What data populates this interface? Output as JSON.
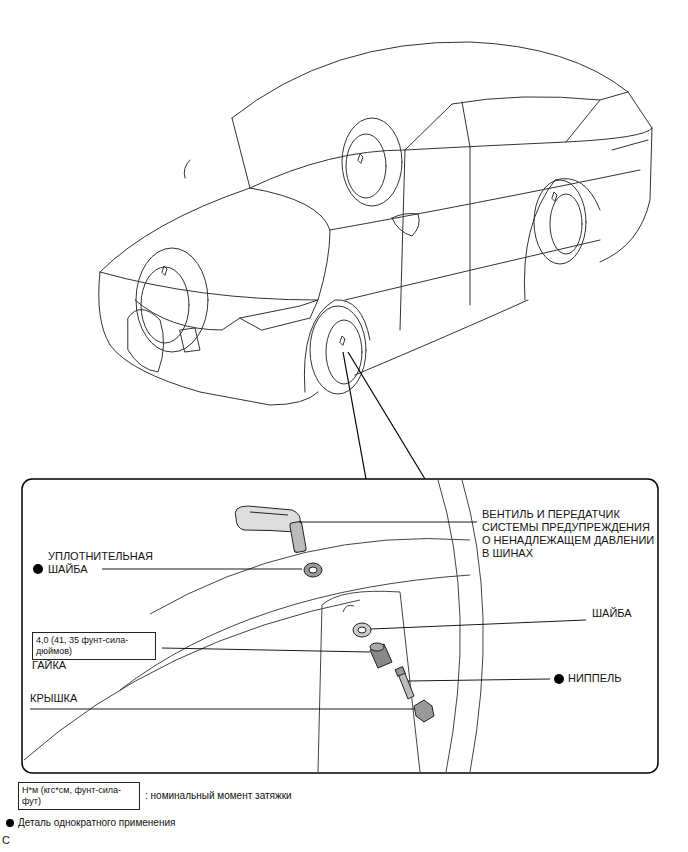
{
  "diagram": {
    "nodes": [
      {
        "text": [
          "4,0 (41, 35 фунт-сила-дюймов)"
        ]
      },
      {
        "text": [
          "Н*м (кгс*см, фунт-сила-фут)"
        ]
      }
    ],
    "labels": [
      "ВЕНТИЛЬ И ПЕРЕДАТЧИК СИСТЕМЫ ПРЕДУПРЕЖДЕНИЯ О НЕНАДЛЕЖАЩЕМ ДАВЛЕНИИ В ШИНАХ",
      "УПЛОТНИТЕЛЬНАЯ ШАЙБА",
      "ШАЙБА",
      "ГАЙКА",
      "НИППЕЛЬ",
      "КРЫШКА",
      "C"
    ],
    "legend": [
      {
        "text": ": номинальный момент затяжки"
      },
      {
        "text": "Деталь однократного применения"
      }
    ]
  }
}
